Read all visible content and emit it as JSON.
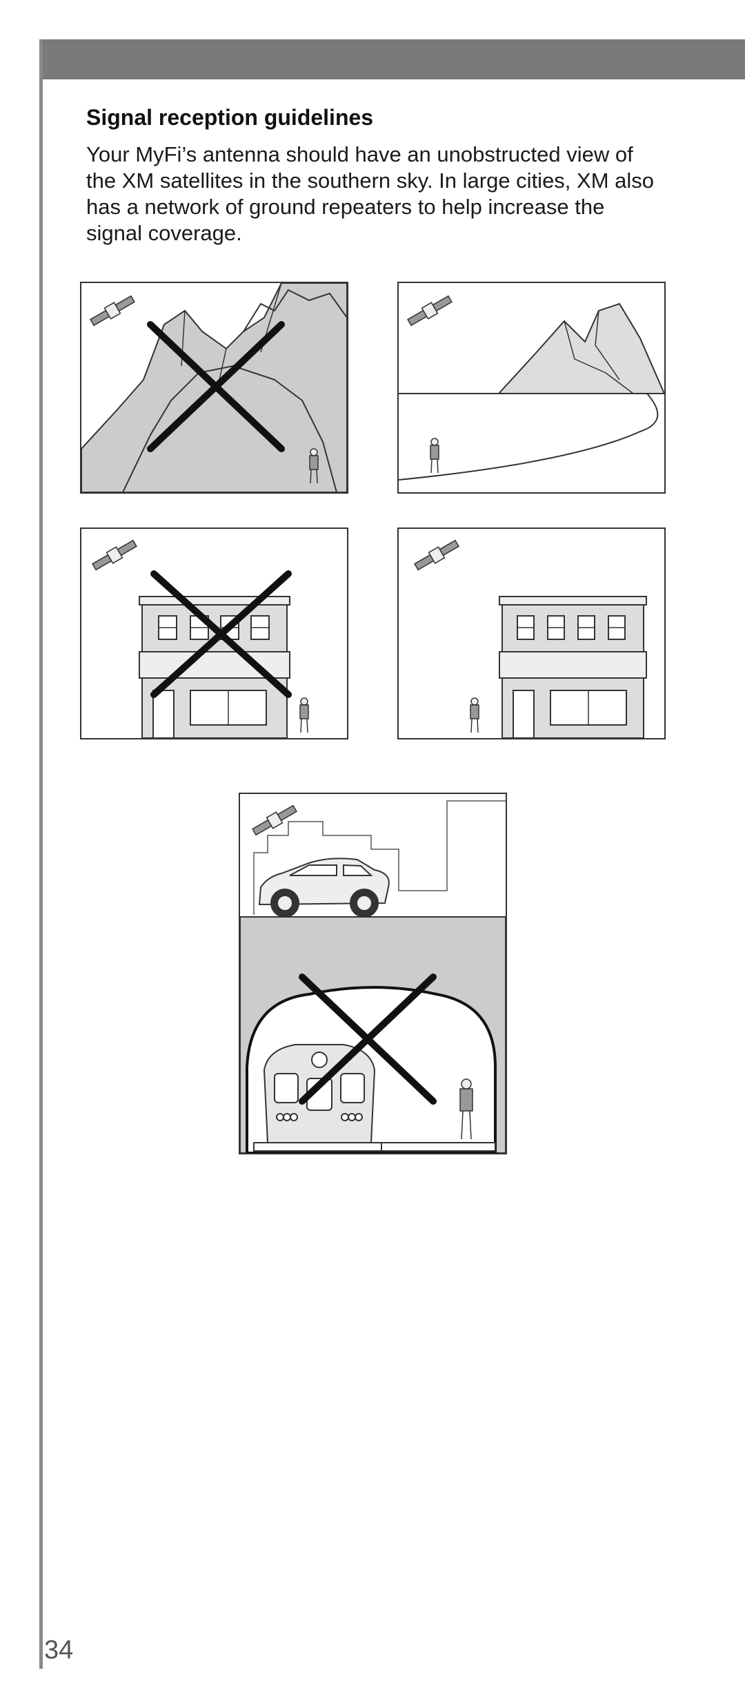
{
  "heading": "Signal reception guidelines",
  "body": "Your MyFi’s antenna should have an unobstructed view of the XM satellites in the southern sky. In large cities, XM also has a network of ground repeaters to help increase the signal coverage.",
  "page_number": "34",
  "illustrations": [
    {
      "scene": "mountains-blocking",
      "status": "blocked"
    },
    {
      "scene": "mountains-clear",
      "status": "clear"
    },
    {
      "scene": "building-blocking",
      "status": "blocked"
    },
    {
      "scene": "building-clear",
      "status": "clear"
    },
    {
      "scene": "tunnel-underground",
      "status": "blocked"
    }
  ],
  "colors": {
    "header_bar": "#7a7a7a",
    "fill_gray": "#cccccc",
    "line": "#333333",
    "cross": "#111111"
  }
}
